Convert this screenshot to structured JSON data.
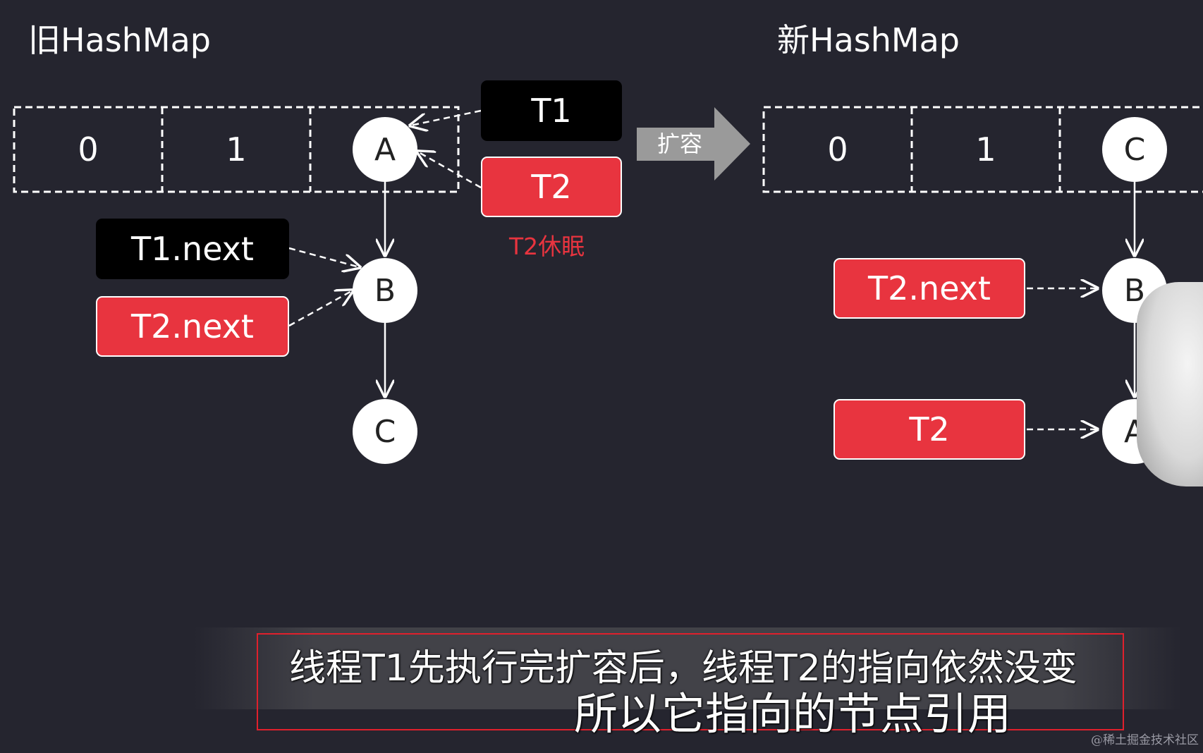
{
  "old_map": {
    "title": "旧HashMap",
    "slots": [
      "0",
      "1"
    ],
    "nodes": {
      "a": "A",
      "b": "B",
      "c": "C"
    }
  },
  "threads": {
    "t1": "T1",
    "t2": "T2",
    "t2_sleep": "T2休眠",
    "t1_next": "T1.next",
    "t2_next": "T2.next"
  },
  "expand": {
    "label": "扩容"
  },
  "new_map": {
    "title": "新HashMap",
    "slots": [
      "0",
      "1"
    ],
    "nodes": {
      "c": "C",
      "b": "B",
      "a": "A"
    },
    "t2_next": "T2.next",
    "t2": "T2"
  },
  "subtitle": {
    "line1": "线程T1先执行完扩容后，线程T2的指向依然没变",
    "line2": "所以它指向的节点引用"
  },
  "watermark": "@稀土掘金技术社区",
  "colors": {
    "background": "#25252f",
    "red": "#e8343f",
    "black": "#000000",
    "white": "#ffffff",
    "arrow_gray": "#9a9a9a"
  }
}
